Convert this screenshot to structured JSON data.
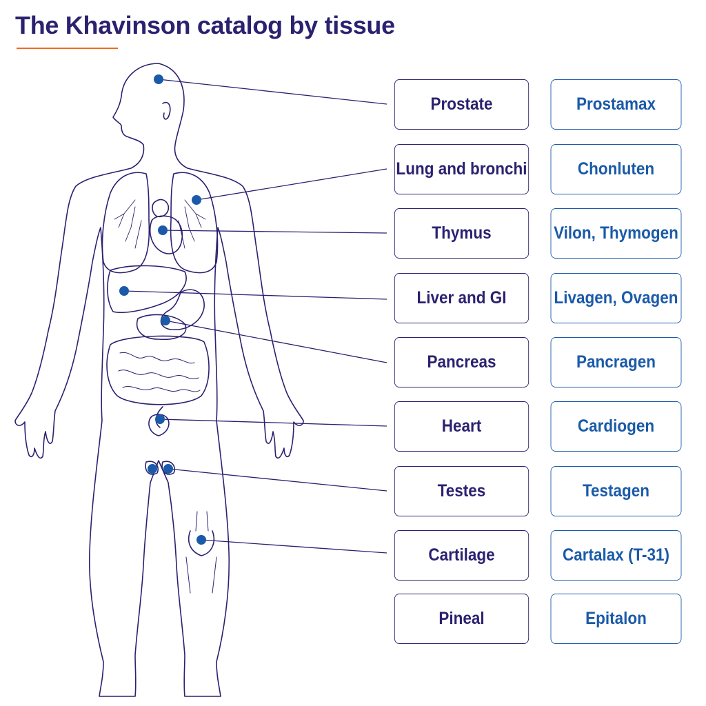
{
  "title": "The Khavinson catalog by tissue",
  "colors": {
    "title": "#2b2170",
    "accent_rule": "#f06b1e",
    "outline": "#2b2170",
    "peptide_text": "#1a5aa8",
    "dot": "#1a5aa8"
  },
  "rows": [
    {
      "tissue": "Prostate",
      "peptide": "Prostamax"
    },
    {
      "tissue": "Lung and bronchi",
      "peptide": "Chonluten"
    },
    {
      "tissue": "Thymus",
      "peptide": "Vilon, Thymogen"
    },
    {
      "tissue": "Liver and GI",
      "peptide": "Livagen, Ovagen"
    },
    {
      "tissue": "Pancreas",
      "peptide": "Pancragen"
    },
    {
      "tissue": "Heart",
      "peptide": "Cardiogen"
    },
    {
      "tissue": "Testes",
      "peptide": "Testagen"
    },
    {
      "tissue": "Cartilage",
      "peptide": "Cartalax (T-31)"
    },
    {
      "tissue": "Pineal",
      "peptide": "Epitalon"
    }
  ]
}
